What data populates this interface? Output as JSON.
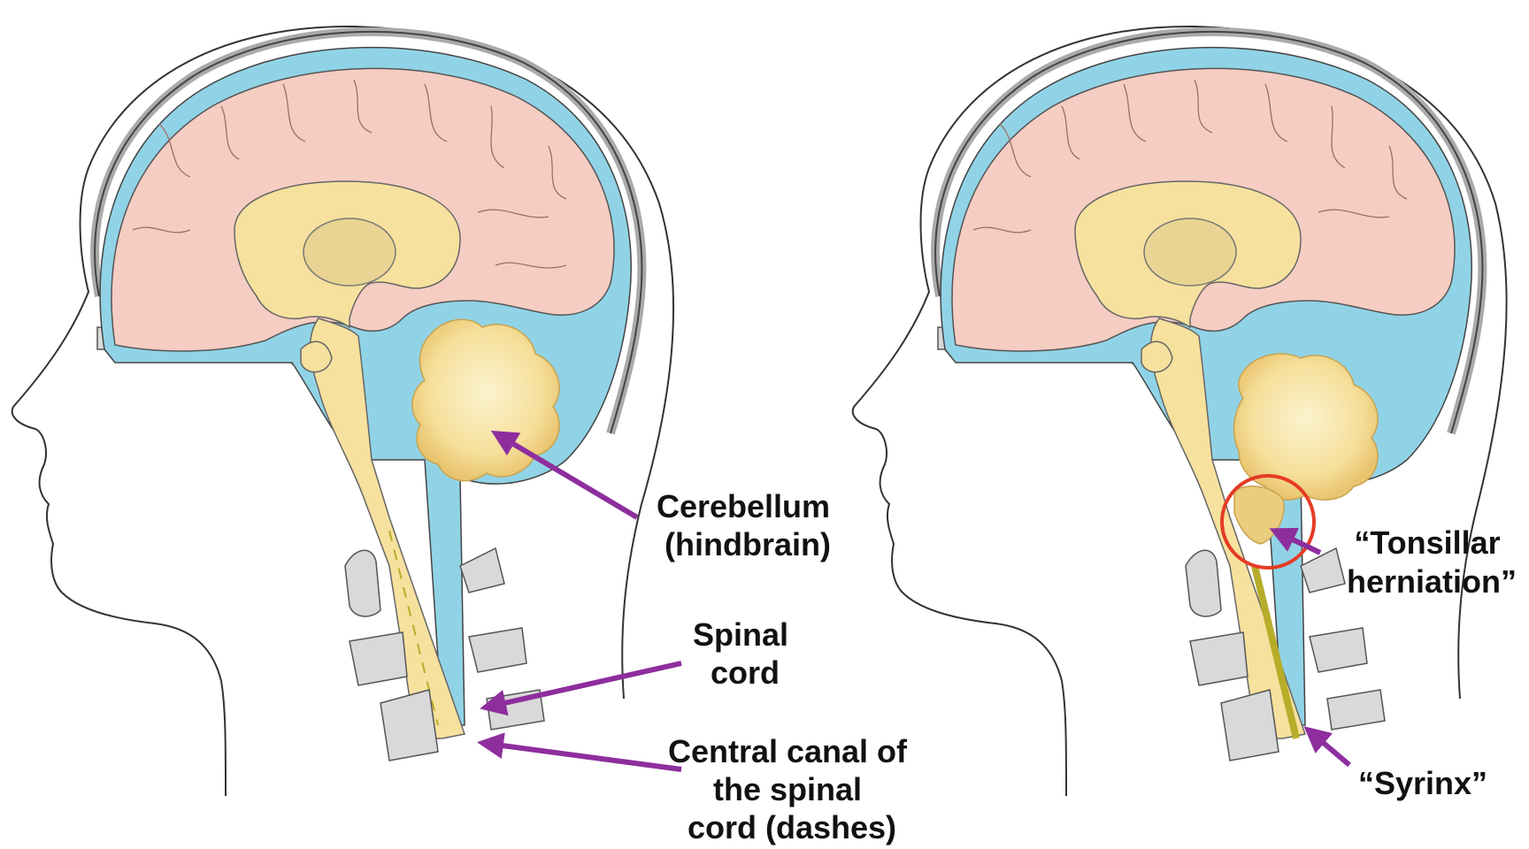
{
  "labels": {
    "cerebellum": [
      "Cerebellum",
      "(hindbrain)"
    ],
    "spinal_cord": [
      "Spinal",
      "cord"
    ],
    "central_canal": [
      "Central canal of",
      "the spinal",
      "cord (dashes)"
    ],
    "tonsillar": [
      "“Tonsillar",
      "herniation”"
    ],
    "syrinx": "“Syrinx”"
  },
  "colors": {
    "cerebrum": "#f6cdc2",
    "brainstem": "#f6e19e",
    "csf": "#91d3e6",
    "bone": "#d9d9d9",
    "arrow": "#8e2e9e",
    "highlight_circle": "#e53b25",
    "syrinx": "#b7ad2a",
    "outline": "#444444"
  }
}
